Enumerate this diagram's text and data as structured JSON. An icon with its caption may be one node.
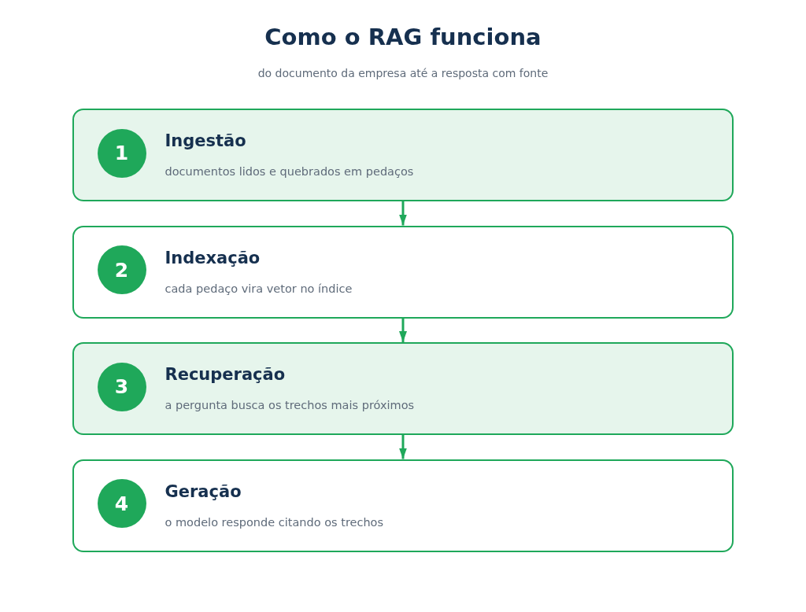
{
  "diagram": {
    "title": "Como o RAG funciona",
    "caption": "do documento da empresa até a resposta com fonte",
    "nodes": [
      {
        "text": [
          "Ingestão",
          "documentos lidos e quebrados em pedaços"
        ]
      },
      {
        "text": [
          "1"
        ],
        "in": 0
      },
      {
        "text": [
          "Indexação",
          "cada pedaço vira vetor no índice"
        ]
      },
      {
        "text": [
          "2"
        ],
        "in": 2
      },
      {
        "text": [
          "Recuperação",
          "a pergunta busca os trechos mais próximos"
        ]
      },
      {
        "text": [
          "3"
        ],
        "in": 4
      },
      {
        "text": [
          "Geração",
          "o modelo responde citando os trechos"
        ]
      },
      {
        "text": [
          "4"
        ],
        "in": 6
      }
    ],
    "edges": [
      {
        "from": 0,
        "to": 2,
        "arrow": "to"
      },
      {
        "from": 2,
        "to": 4,
        "arrow": "to"
      },
      {
        "from": 4,
        "to": 6,
        "arrow": "to"
      }
    ]
  }
}
